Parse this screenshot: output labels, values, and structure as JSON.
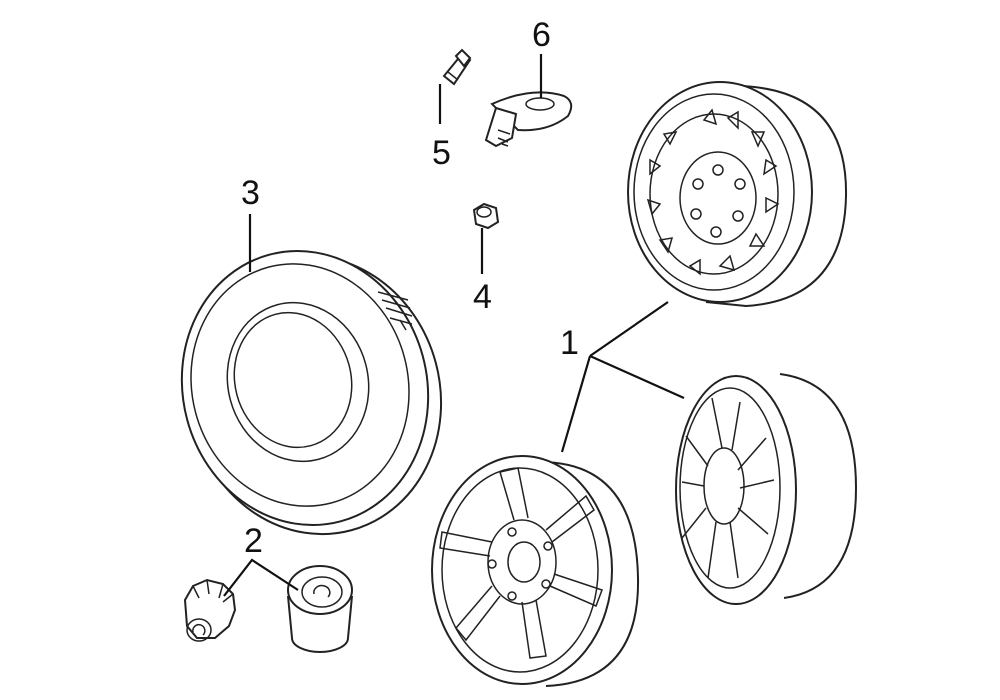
{
  "diagram": {
    "callouts": [
      {
        "id": "wheel",
        "label": "1"
      },
      {
        "id": "center-cap",
        "label": "2"
      },
      {
        "id": "tire",
        "label": "3"
      },
      {
        "id": "lug-nut",
        "label": "4"
      },
      {
        "id": "valve-stem",
        "label": "5"
      },
      {
        "id": "tpms-sensor",
        "label": "6"
      }
    ],
    "colors": {
      "line": "#111111",
      "background": "#ffffff"
    }
  }
}
